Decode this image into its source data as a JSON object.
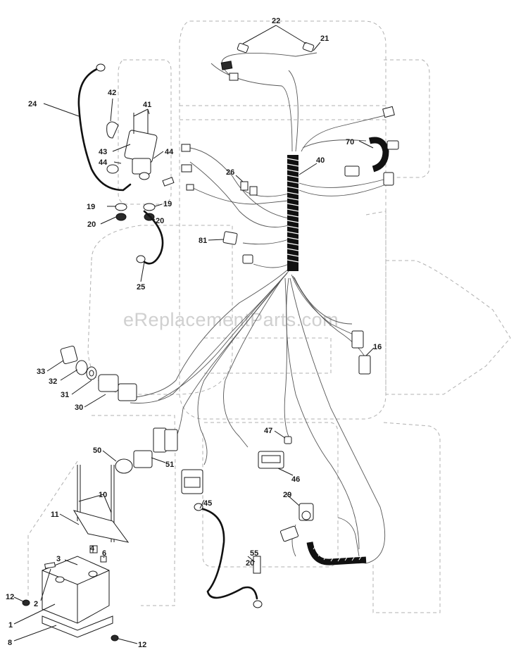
{
  "watermark": "eReplacementParts.com",
  "labels": [
    {
      "id": "22",
      "text": "22"
    },
    {
      "id": "21",
      "text": "21"
    },
    {
      "id": "24",
      "text": "24"
    },
    {
      "id": "42",
      "text": "42"
    },
    {
      "id": "41",
      "text": "41"
    },
    {
      "id": "43",
      "text": "43"
    },
    {
      "id": "44a",
      "text": "44"
    },
    {
      "id": "44b",
      "text": "44"
    },
    {
      "id": "19a",
      "text": "19"
    },
    {
      "id": "19b",
      "text": "19"
    },
    {
      "id": "20a",
      "text": "20"
    },
    {
      "id": "20b",
      "text": "20"
    },
    {
      "id": "25",
      "text": "25"
    },
    {
      "id": "70",
      "text": "70"
    },
    {
      "id": "40",
      "text": "40"
    },
    {
      "id": "26",
      "text": "26"
    },
    {
      "id": "81",
      "text": "81"
    },
    {
      "id": "16",
      "text": "16"
    },
    {
      "id": "33",
      "text": "33"
    },
    {
      "id": "32",
      "text": "32"
    },
    {
      "id": "31",
      "text": "31"
    },
    {
      "id": "30",
      "text": "30"
    },
    {
      "id": "47",
      "text": "47"
    },
    {
      "id": "46",
      "text": "46"
    },
    {
      "id": "50",
      "text": "50"
    },
    {
      "id": "51",
      "text": "51"
    },
    {
      "id": "10",
      "text": "10"
    },
    {
      "id": "11",
      "text": "11"
    },
    {
      "id": "45",
      "text": "45"
    },
    {
      "id": "29",
      "text": "29"
    },
    {
      "id": "4",
      "text": "4"
    },
    {
      "id": "3",
      "text": "3"
    },
    {
      "id": "6",
      "text": "6"
    },
    {
      "id": "55",
      "text": "55"
    },
    {
      "id": "20c",
      "text": "20"
    },
    {
      "id": "12a",
      "text": "12"
    },
    {
      "id": "2",
      "text": "2"
    },
    {
      "id": "1",
      "text": "1"
    },
    {
      "id": "8",
      "text": "8"
    },
    {
      "id": "12b",
      "text": "12"
    }
  ]
}
